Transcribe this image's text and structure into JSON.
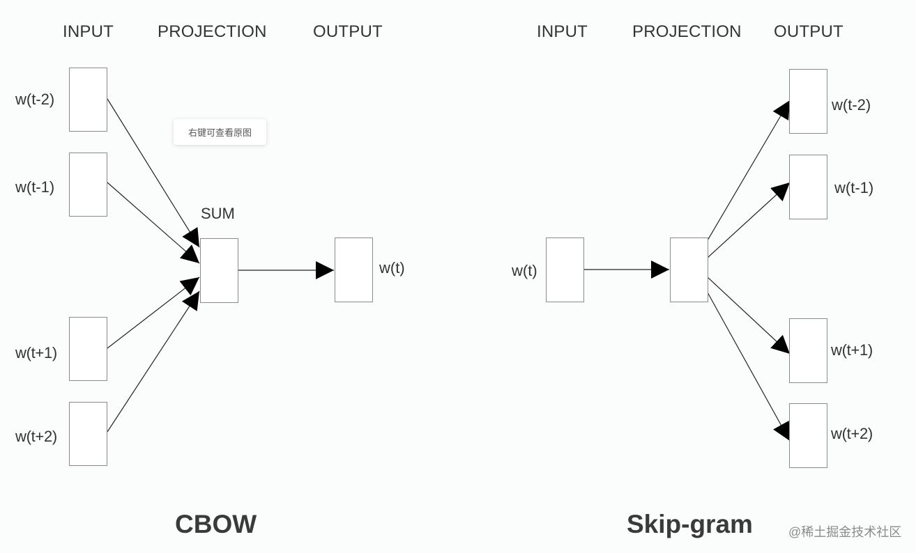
{
  "cbow": {
    "headers": {
      "input": "INPUT",
      "projection": "PROJECTION",
      "output": "OUTPUT"
    },
    "inputs": [
      "w(t-2)",
      "w(t-1)",
      "w(t+1)",
      "w(t+2)"
    ],
    "sum_label": "SUM",
    "output": "w(t)",
    "title": "CBOW"
  },
  "skipgram": {
    "headers": {
      "input": "INPUT",
      "projection": "PROJECTION",
      "output": "OUTPUT"
    },
    "input": "w(t)",
    "outputs": [
      "w(t-2)",
      "w(t-1)",
      "w(t+1)",
      "w(t+2)"
    ],
    "title": "Skip-gram"
  },
  "tooltip": "右键可查看原图",
  "watermark": "@稀土掘金技术社区"
}
